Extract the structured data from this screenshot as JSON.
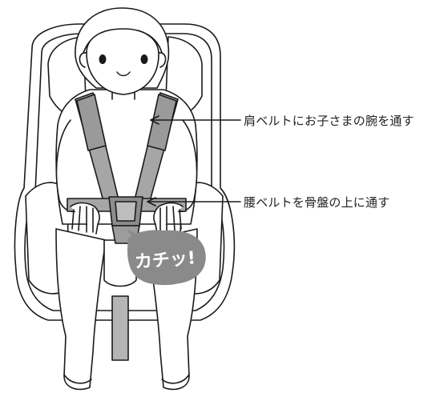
{
  "callouts": {
    "shoulder": "肩ベルトにお子さまの腕を通す",
    "lap": "腰ベルトを骨盤の上に通す"
  },
  "burst_text": "カチッ!",
  "colors": {
    "line": "#1a1a1a",
    "belt": "#a6a6a6",
    "seat": "#ffffff",
    "buckle": "#8c8c8c",
    "bubble": "#8a8a8a",
    "bubble_text": "#ffffff"
  }
}
